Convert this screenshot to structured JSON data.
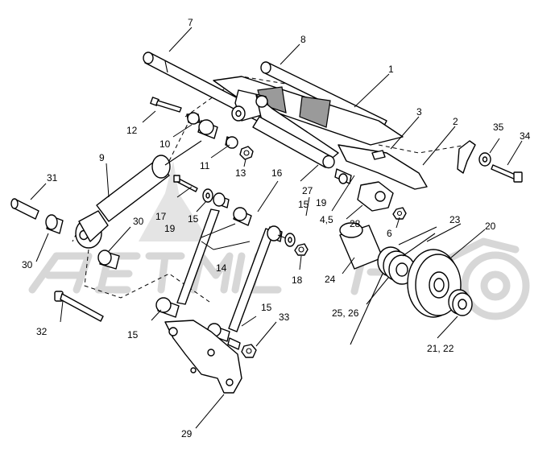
{
  "callouts": {
    "c1": "1",
    "c2": "2",
    "c3": "3",
    "c45": "4,5",
    "c6": "6",
    "c7": "7",
    "c8": "8",
    "c9": "9",
    "c10": "10",
    "c11": "11",
    "c12": "12",
    "c13": "13",
    "c14": "14",
    "c15a": "15",
    "c15b": "15",
    "c15c": "15",
    "c15d": "15",
    "c16": "16",
    "c17": "17",
    "c18": "18",
    "c19a": "19",
    "c19b": "19",
    "c20": "20",
    "c2122": "21, 22",
    "c23": "23",
    "c24": "24",
    "c2526": "25, 26",
    "c27": "27",
    "c28": "28",
    "c29": "29",
    "c30a": "30",
    "c30b": "30",
    "c31": "31",
    "c32": "32",
    "c33": "33",
    "c34": "34",
    "c35": "35"
  },
  "colors": {
    "ink": "#000000",
    "shading": "#9a9a9a",
    "watermark": "#d7d7d7"
  }
}
